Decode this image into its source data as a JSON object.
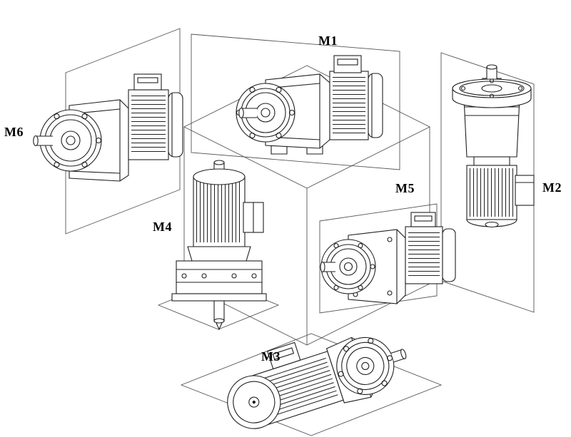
{
  "figure": {
    "positions": {
      "m1": {
        "label": "M1"
      },
      "m2": {
        "label": "M2"
      },
      "m3": {
        "label": "M3"
      },
      "m4": {
        "label": "M4"
      },
      "m5": {
        "label": "M5"
      },
      "m6": {
        "label": "M6"
      }
    },
    "colors": {
      "line": "#1f1f1f",
      "plane_line": "#555555",
      "background": "#ffffff"
    }
  }
}
